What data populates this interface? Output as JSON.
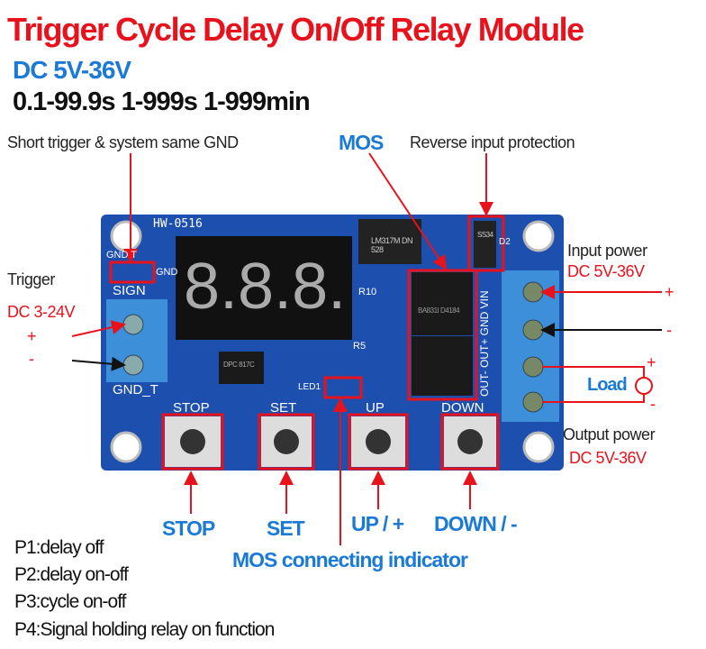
{
  "title": "Trigger Cycle Delay On/Off Relay Module",
  "voltage": "DC 5V-36V",
  "time_ranges": "0.1-99.9s  1-999s  1-999min",
  "annotations": {
    "short_trigger": "Short trigger &  system same GND",
    "mos": "MOS",
    "reverse": "Reverse input protection",
    "trigger": "Trigger",
    "trigger_voltage": "DC 3-24V",
    "input_power": "Input power",
    "input_voltage": "DC 5V-36V",
    "output_power": "Output power",
    "output_voltage": "DC 5V-36V",
    "load": "Load",
    "plus": "+",
    "minus": "-"
  },
  "board": {
    "model": "HW-0516",
    "gnd_t": "GND  T",
    "gnd": "GND",
    "sign": "SIGN",
    "gnd_t_bottom": "GND_T",
    "display": "8.8.8.",
    "regulator": "LM317M DN 528",
    "diode": "SS34",
    "d2": "D2",
    "r10": "R10",
    "r5": "R5",
    "led1": "LED1",
    "optocoupler": "DPC 817C",
    "mos_chip": "BA831I D4184",
    "terminal_labels": "OUT- OUT+ GND VIN",
    "buttons": [
      "STOP",
      "SET",
      "UP",
      "DOWN"
    ]
  },
  "button_callouts": {
    "stop": "STOP",
    "set": "SET",
    "up": "UP / +",
    "down": "DOWN / -",
    "indicator": "MOS connecting indicator"
  },
  "modes": [
    "P1:delay off",
    "P2:delay on-off",
    "P3:cycle on-off",
    "P4:Signal holding relay on function"
  ]
}
